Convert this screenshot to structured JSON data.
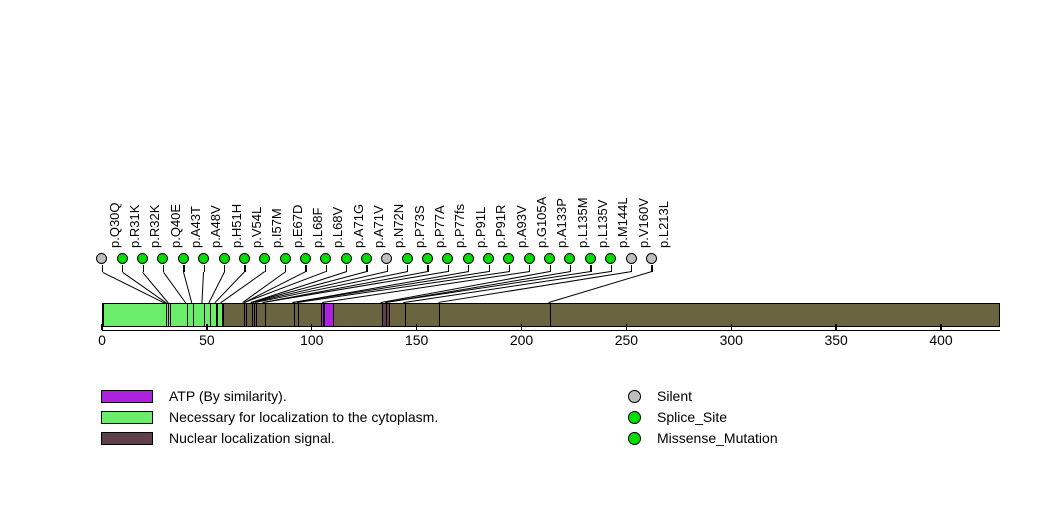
{
  "chart_data": {
    "type": "lollipop",
    "title": "",
    "xlabel": "",
    "ylabel": "",
    "protein_length": 428,
    "xlim": [
      0,
      428
    ],
    "grid": false,
    "axis_ticks": [
      0,
      50,
      100,
      150,
      200,
      250,
      300,
      350,
      400
    ],
    "axis_tick_labels": [
      "0",
      "50",
      "100",
      "150",
      "200",
      "250",
      "300",
      "350",
      "400"
    ],
    "backbone_color": "#6b6440",
    "mutations": [
      {
        "label": "p.Q30Q",
        "position": 30,
        "type": "Silent",
        "color": "#bebebe"
      },
      {
        "label": "p.R31K",
        "position": 31,
        "type": "Missense_Mutation",
        "color": "#00dd00"
      },
      {
        "label": "p.R32K",
        "position": 32,
        "type": "Missense_Mutation",
        "color": "#00dd00"
      },
      {
        "label": "p.Q40E",
        "position": 40,
        "type": "Missense_Mutation",
        "color": "#00dd00"
      },
      {
        "label": "p.A43T",
        "position": 43,
        "type": "Missense_Mutation",
        "color": "#00dd00"
      },
      {
        "label": "p.A48V",
        "position": 48,
        "type": "Missense_Mutation",
        "color": "#00dd00"
      },
      {
        "label": "p.H51H",
        "position": 51,
        "type": "Missense_Mutation",
        "color": "#00dd00"
      },
      {
        "label": "p.V54L",
        "position": 54,
        "type": "Missense_Mutation",
        "color": "#00dd00"
      },
      {
        "label": "p.I57M",
        "position": 57,
        "type": "Missense_Mutation",
        "color": "#00dd00"
      },
      {
        "label": "p.E67D",
        "position": 67,
        "type": "Missense_Mutation",
        "color": "#00dd00"
      },
      {
        "label": "p.L68F",
        "position": 68,
        "type": "Missense_Mutation",
        "color": "#00dd00"
      },
      {
        "label": "p.L68V",
        "position": 68,
        "type": "Missense_Mutation",
        "color": "#00dd00"
      },
      {
        "label": "p.A71G",
        "position": 71,
        "type": "Missense_Mutation",
        "color": "#00dd00"
      },
      {
        "label": "p.A71V",
        "position": 71,
        "type": "Missense_Mutation",
        "color": "#00dd00"
      },
      {
        "label": "p.N72N",
        "position": 72,
        "type": "Silent",
        "color": "#bebebe"
      },
      {
        "label": "p.P73S",
        "position": 73,
        "type": "Missense_Mutation",
        "color": "#00dd00"
      },
      {
        "label": "p.P77A",
        "position": 77,
        "type": "Missense_Mutation",
        "color": "#00dd00"
      },
      {
        "label": "p.P77fs",
        "position": 77,
        "type": "Missense_Mutation",
        "color": "#00dd00"
      },
      {
        "label": "p.P91L",
        "position": 91,
        "type": "Missense_Mutation",
        "color": "#00dd00"
      },
      {
        "label": "p.P91R",
        "position": 91,
        "type": "Missense_Mutation",
        "color": "#00dd00"
      },
      {
        "label": "p.A93V",
        "position": 93,
        "type": "Missense_Mutation",
        "color": "#00dd00"
      },
      {
        "label": "p.G105A",
        "position": 105,
        "type": "Missense_Mutation",
        "color": "#00dd00"
      },
      {
        "label": "p.A133P",
        "position": 133,
        "type": "Missense_Mutation",
        "color": "#00dd00"
      },
      {
        "label": "p.L135M",
        "position": 135,
        "type": "Missense_Mutation",
        "color": "#00dd00"
      },
      {
        "label": "p.L135V",
        "position": 135,
        "type": "Missense_Mutation",
        "color": "#00dd00"
      },
      {
        "label": "p.M144L",
        "position": 144,
        "type": "Missense_Mutation",
        "color": "#00dd00"
      },
      {
        "label": "p.V160V",
        "position": 160,
        "type": "Silent",
        "color": "#bebebe"
      },
      {
        "label": "p.L213L",
        "position": 213,
        "type": "Silent",
        "color": "#bebebe"
      }
    ],
    "domains": [
      {
        "name": "Necessary for localization to the cytoplasm.",
        "start": 0,
        "end": 57,
        "color": "#6aee6a"
      },
      {
        "name": "ATP (By similarity).",
        "start": 104,
        "end": 110,
        "color": "#ad22dd"
      },
      {
        "name": "Nuclear localization signal.",
        "start": 133,
        "end": 137,
        "color": "#5f3f4a"
      }
    ]
  },
  "domain_legend": [
    {
      "label": "ATP (By similarity).",
      "color": "#ad22dd"
    },
    {
      "label": "Necessary for localization to the cytoplasm.",
      "color": "#6aee6a"
    },
    {
      "label": "Nuclear localization signal.",
      "color": "#5f3f4a"
    }
  ],
  "mutation_legend": [
    {
      "label": "Silent",
      "color": "#bebebe"
    },
    {
      "label": "Splice_Site",
      "color": "#00dd00"
    },
    {
      "label": "Missense_Mutation",
      "color": "#00dd00"
    }
  ]
}
